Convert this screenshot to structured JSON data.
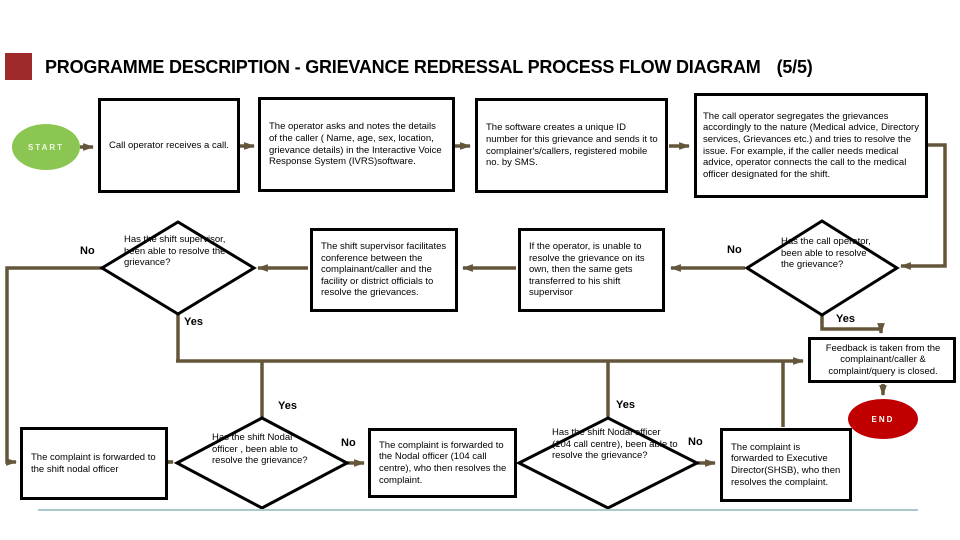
{
  "slide": {
    "title": "PROGRAMME DESCRIPTION - GRIEVANCE REDRESSAL PROCESS FLOW DIAGRAM",
    "page_indicator": "(5/5)"
  },
  "terminals": {
    "start": "START",
    "end": "END"
  },
  "boxes": {
    "receive_call": "Call operator receives  a call.",
    "operator_notes": "The operator asks and notes the details of the caller ( Name, age, sex, location, grievance details) in the Interactive Voice Response System (IVRS)software.",
    "unique_id": "The software creates a unique ID number for this grievance and sends it to complainer's/callers, registered mobile no. by SMS.",
    "segregate": "The call operator segregates the grievances accordingly to the nature (Medical advice, Directory services, Grievances etc.) and tries to resolve the issue. For example, if the caller needs medical advice, operator connects the call to the  medical officer designated for the shift.",
    "facilitates": "The shift supervisor facilitates conference between the complainant/caller and the facility or district officials to resolve the grievances.",
    "transfer_supervisor": "If the operator, is unable to resolve the grievance on its own, then the same gets transferred to his shift supervisor",
    "feedback": "Feedback is taken from the complainant/caller & complaint/query is closed.",
    "forward_shift_nodal": "The complaint is forwarded to the shift nodal officer",
    "forward_nodal_104": "The complaint is forwarded to the Nodal officer (104 call centre), who then resolves the complaint.",
    "forward_ed": "The complaint is forwarded to Executive Director(SHSB), who then resolves the complaint."
  },
  "decisions": {
    "shift_supervisor": "Has the shift supervisor, been able to resolve the grievance?",
    "call_operator": "Has the call operator, been able to resolve the grievance?",
    "shift_nodal": "Has the shift Nodal officer , been able to resolve the grievance?",
    "nodal_104": "Has the shift Nodal officer (104 call centre), been able to resolve the grievance?"
  },
  "labels": {
    "yes": "Yes",
    "no": "No"
  },
  "colors": {
    "connector": "#63563a",
    "start_fill": "#8cc652",
    "end_fill": "#c00000",
    "accent_square": "#9e2a2b",
    "divider": "#adc7ce"
  }
}
